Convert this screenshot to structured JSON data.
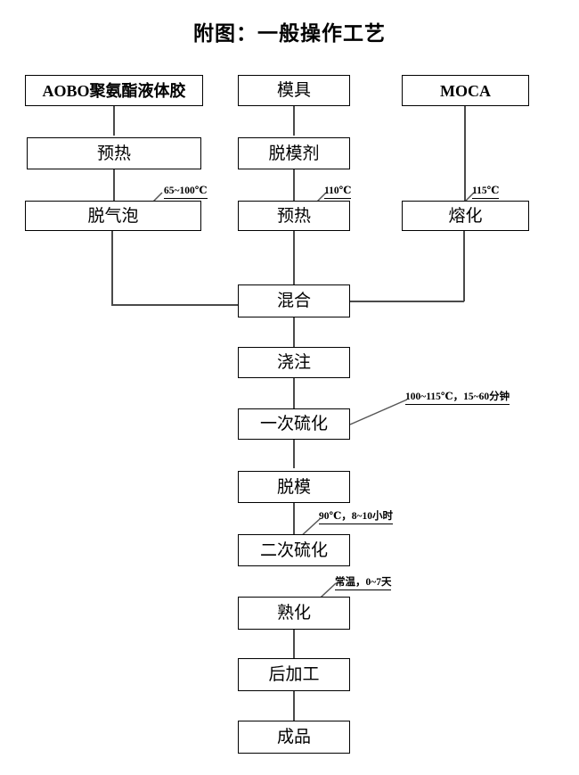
{
  "diagram": {
    "title": "附图：一般操作工艺",
    "nodes": [
      {
        "id": "aobo",
        "label": "AOBO聚氨酯液体胶"
      },
      {
        "id": "mold",
        "label": "模具"
      },
      {
        "id": "moca",
        "label": "MOCA"
      },
      {
        "id": "preheat1",
        "label": "预热"
      },
      {
        "id": "release",
        "label": "脱模剂"
      },
      {
        "id": "degas",
        "label": "脱气泡"
      },
      {
        "id": "preheat2",
        "label": "预热"
      },
      {
        "id": "melt",
        "label": "熔化"
      },
      {
        "id": "mix",
        "label": "混合"
      },
      {
        "id": "pour",
        "label": "浇注"
      },
      {
        "id": "cure1",
        "label": "一次硫化"
      },
      {
        "id": "demold",
        "label": "脱模"
      },
      {
        "id": "cure2",
        "label": "二次硫化"
      },
      {
        "id": "ripen",
        "label": "熟化"
      },
      {
        "id": "postprocess",
        "label": "后加工"
      },
      {
        "id": "product",
        "label": "成品"
      }
    ],
    "annotations": [
      {
        "id": "degas-cond",
        "text": "65~100℃"
      },
      {
        "id": "preheat-cond",
        "text": "110℃"
      },
      {
        "id": "melt-cond",
        "text": "115℃"
      },
      {
        "id": "cure1-cond",
        "text": "100~115℃，15~60分钟"
      },
      {
        "id": "cure2-cond",
        "text": "90℃，8~10小时"
      },
      {
        "id": "ripen-cond",
        "text": "常温，0~7天"
      }
    ],
    "colors": {
      "background": "#ffffff",
      "stroke": "#000000",
      "connector": "#4a4a4a",
      "text": "#000000"
    }
  }
}
